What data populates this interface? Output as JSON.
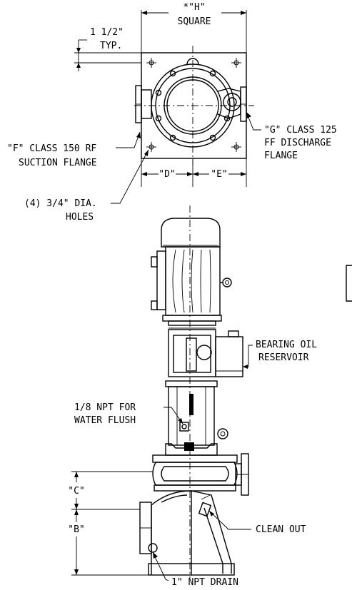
{
  "labels": {
    "dim_h": "*\"H\"",
    "square": "SQUARE",
    "typ_size": "1 1/2\"",
    "typ": "TYP.",
    "suction_1": "\"F\" CLASS 150 RF",
    "suction_2": "SUCTION FLANGE",
    "discharge_1": "\"G\" CLASS 125",
    "discharge_2": "FF DISCHARGE",
    "discharge_3": "FLANGE",
    "dim_d": "\"D\"",
    "dim_e": "\"E\"",
    "holes_1": "(4) 3/4\" DIA.",
    "holes_2": "HOLES",
    "bearing_1": "BEARING OIL",
    "bearing_2": "RESERVOIR",
    "flush_1": "1/8 NPT FOR",
    "flush_2": "WATER FLUSH",
    "dim_c": "\"C\"",
    "clean_out": "CLEAN OUT",
    "dim_b": "\"B\"",
    "drain": "1\" NPT DRAIN"
  }
}
